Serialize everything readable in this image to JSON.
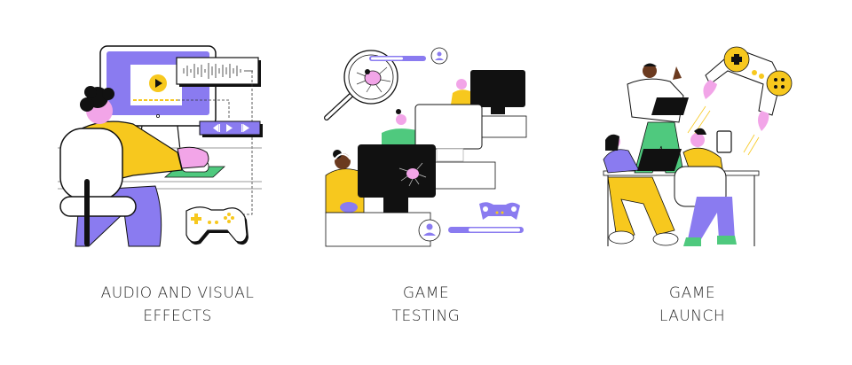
{
  "colors": {
    "purple": "#8A7BF0",
    "yellow": "#F7C81E",
    "pink": "#F2A5E8",
    "green": "#4FC97E",
    "black": "#0A0A0A",
    "white": "#FFFFFF",
    "text": "#2A2A2A"
  },
  "panels": [
    {
      "id": "audio-visual",
      "caption_line1": "AUDIO AND VISUAL",
      "caption_line2": "EFFECTS",
      "elements": [
        "monitor-with-video-player",
        "audio-waveform-card",
        "media-controls-bar",
        "person-at-desk",
        "mouse-pad",
        "gamepad"
      ]
    },
    {
      "id": "game-testing",
      "caption_line1": "GAME",
      "caption_line2": "TESTING",
      "elements": [
        "magnifier-with-bug",
        "user-avatar-progress",
        "testers-at-monitors",
        "bug-on-screen",
        "gamepad",
        "progress-bar"
      ]
    },
    {
      "id": "game-launch",
      "caption_line1": "GAME",
      "caption_line2": "LAUNCH",
      "elements": [
        "rocket-gamepad",
        "standing-man-laptop",
        "woman-laptop",
        "man-with-tablet",
        "desk"
      ]
    }
  ]
}
